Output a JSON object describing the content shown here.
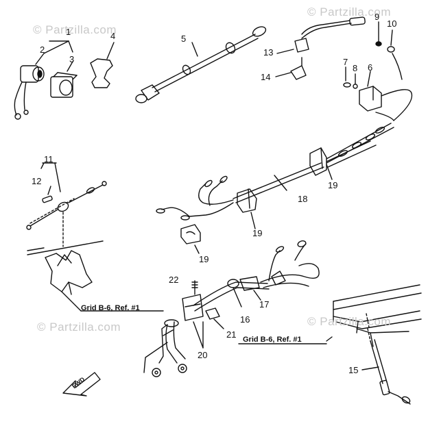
{
  "watermark": "© Partzilla.com",
  "callouts": [
    "1",
    "2",
    "3",
    "4",
    "5",
    "6",
    "7",
    "8",
    "9",
    "10",
    "11",
    "12",
    "13",
    "14",
    "15",
    "16",
    "17",
    "18",
    "19",
    "20",
    "21",
    "22"
  ],
  "reference_label": "Grid B-6, Ref. #1",
  "forward_label": "FWD"
}
